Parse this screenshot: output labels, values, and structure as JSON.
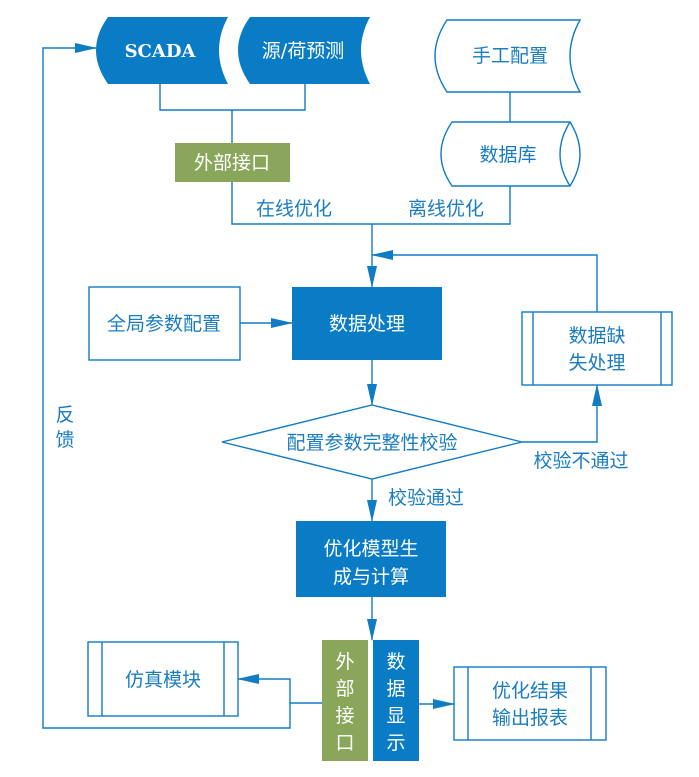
{
  "colors": {
    "primary_blue": "#0a7cc6",
    "line_blue": "#0f7cc4",
    "text_blue": "#1a7cc1",
    "green": "#8aa65a",
    "white": "#ffffff"
  },
  "nodes": {
    "scada": {
      "label": "SCADA",
      "shape": "stored-data"
    },
    "forecast": {
      "label": "源/荷预测",
      "shape": "stored-data"
    },
    "manual_config": {
      "label": "手工配置",
      "shape": "stored-data"
    },
    "database": {
      "label": "数据库",
      "shape": "cylinder"
    },
    "external_interface_top": {
      "label": "外部接口",
      "shape": "rectangle"
    },
    "global_params": {
      "label": "全局参数配置",
      "shape": "rectangle"
    },
    "data_processing": {
      "label": "数据处理",
      "shape": "rectangle"
    },
    "missing_data": {
      "lines": [
        "数据缺",
        "失处理"
      ],
      "shape": "predefined-process"
    },
    "validation": {
      "label": "配置参数完整性校验",
      "shape": "diamond"
    },
    "optimize": {
      "lines": [
        "优化模型生",
        "成与计算"
      ],
      "shape": "rectangle"
    },
    "external_interface_bottom": {
      "chars": [
        "外",
        "部",
        "接",
        "口"
      ],
      "shape": "rectangle"
    },
    "data_display": {
      "chars": [
        "数",
        "据",
        "显",
        "示"
      ],
      "shape": "rectangle"
    },
    "simulation": {
      "label": "仿真模块",
      "shape": "predefined-process"
    },
    "report": {
      "lines": [
        "优化结果",
        "输出报表"
      ],
      "shape": "predefined-process"
    }
  },
  "edge_labels": {
    "online": "在线优化",
    "offline": "离线优化",
    "fail": "校验不通过",
    "pass": "校验通过",
    "feedback": [
      "反",
      "馈"
    ]
  }
}
